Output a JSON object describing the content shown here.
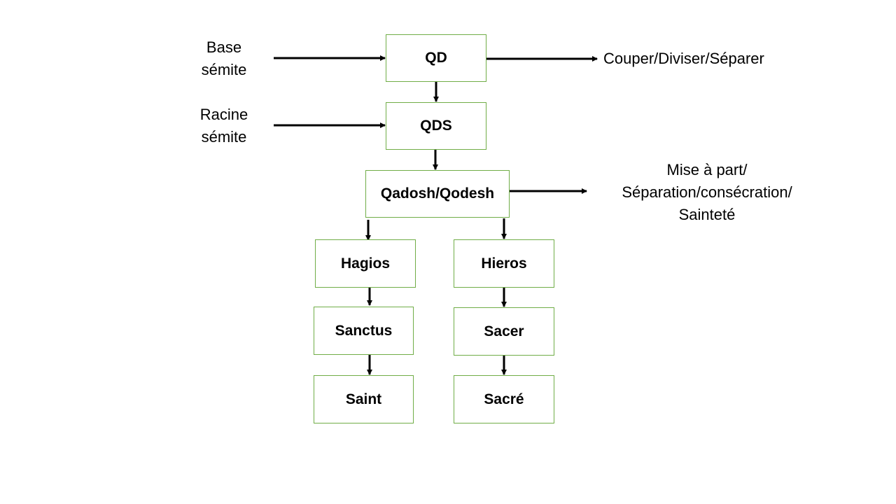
{
  "colors": {
    "box_border": "#70ad47",
    "arrow": "#000000",
    "text": "#000000"
  },
  "inputs": {
    "base": [
      "Base",
      "sémite"
    ],
    "racine": [
      "Racine",
      "sémite"
    ]
  },
  "boxes": {
    "qd": "QD",
    "qds": "QDS",
    "qadosh": "Qadosh/Qodesh",
    "hagios": "Hagios",
    "hieros": "Hieros",
    "sanctus": "Sanctus",
    "sacer": "Sacer",
    "saint": "Saint",
    "sacre": "Sacré"
  },
  "outputs": {
    "qd_meaning": "Couper/Diviser/Séparer",
    "qadosh_meaning": [
      "Mise à part/",
      "Séparation/consécration/",
      "Sainteté"
    ]
  }
}
